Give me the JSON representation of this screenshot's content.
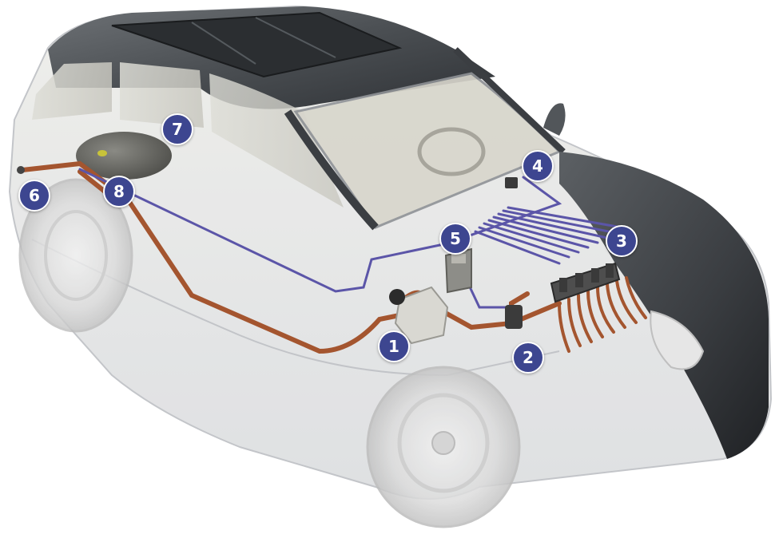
{
  "diagram": {
    "markers": [
      {
        "id": "1",
        "label": "1"
      },
      {
        "id": "2",
        "label": "2"
      },
      {
        "id": "3",
        "label": "3"
      },
      {
        "id": "4",
        "label": "4"
      },
      {
        "id": "5",
        "label": "5"
      },
      {
        "id": "6",
        "label": "6"
      },
      {
        "id": "7",
        "label": "7"
      },
      {
        "id": "8",
        "label": "8"
      }
    ]
  },
  "colors": {
    "marker": "#3d4690",
    "gas_pipe": "#a4552f",
    "wire": "#5b55a8",
    "body_dark": "#3f4347",
    "glass": "#e9e9e4"
  }
}
